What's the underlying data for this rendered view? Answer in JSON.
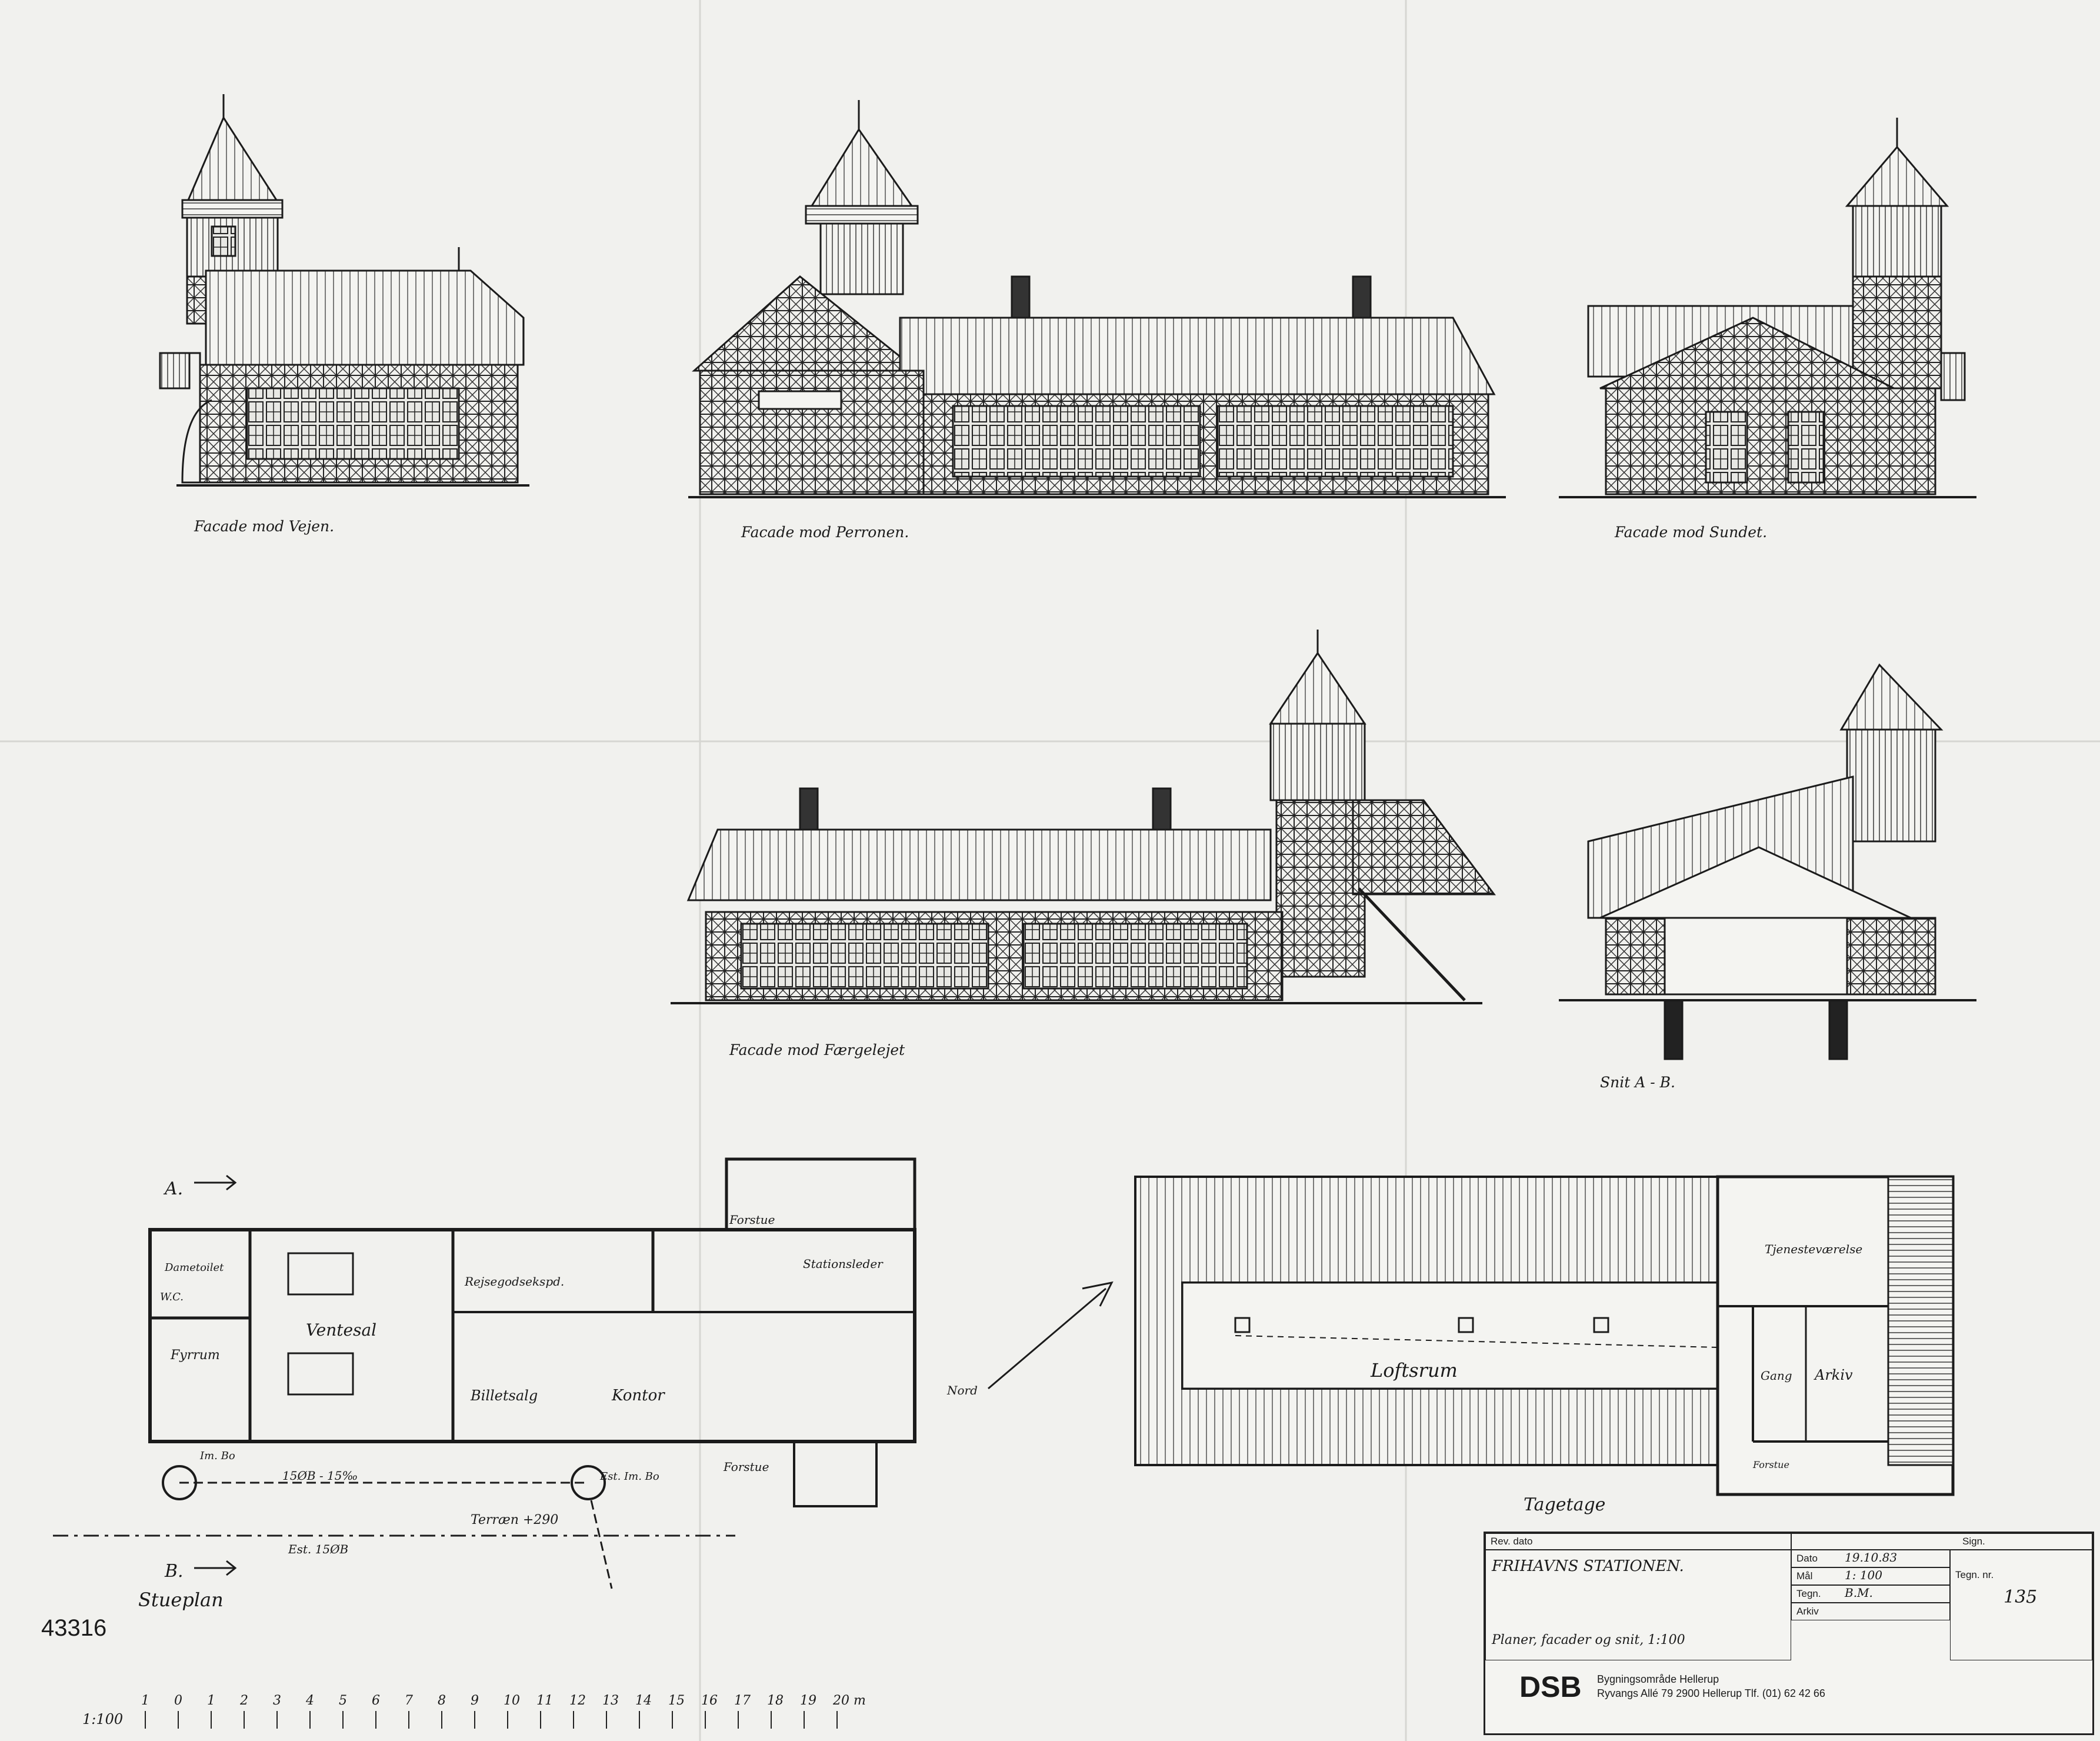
{
  "sheet_number": "43316",
  "drawing_labels": {
    "facade_road": "Facade mod Vejen.",
    "facade_platform": "Facade mod Perronen.",
    "facade_sound": "Facade mod Sundet.",
    "facade_ferry": "Facade mod Færgelejet",
    "section": "Snit A - B.",
    "ground_plan": "Stueplan",
    "roof_floor": "Tagetage",
    "north": "Nord"
  },
  "ground_plan_rooms": {
    "waiting_room": "Ventesal",
    "boiler_room": "Fyrrum",
    "ticket_sales": "Billetsalg",
    "office": "Kontor",
    "luggage": "Rejsegodsekspd.",
    "station_master": "Stationsleder",
    "entrance_1": "Forstue",
    "entrance_2": "Forstue",
    "wc": "W.C.",
    "women_toilet": "Dametoilet",
    "terrace": "Terræn +290",
    "section_a": "A.",
    "section_b": "B.",
    "pipe": "15ØB - 15‰",
    "existing": "Est. 15ØB",
    "drain_1": "Im. Bo",
    "drain_2": "Est. Im. Bo"
  },
  "roof_plan_rooms": {
    "attic": "Loftsrum",
    "staff_room": "Tjenesteværelse",
    "archive": "Arkiv",
    "corridor": "Gang",
    "entrance": "Forstue"
  },
  "title_block": {
    "rev_label": "Rev. dato",
    "sign_label": "Sign.",
    "project": "FRIHAVNS STATIONEN.",
    "date_label": "Dato",
    "date_value": "19.10.83",
    "scale_label": "Mål",
    "scale_value": "1: 100",
    "drawn_label": "Tegn.",
    "drawn_value": "B.M.",
    "archive_label": "Arkiv",
    "drawing_no_label": "Tegn. nr.",
    "drawing_no_value": "135",
    "description": "Planer, facader og snit, 1:100",
    "logo": "DSB",
    "office_line1": "Bygningsområde Hellerup",
    "office_line2": "Ryvangs Allé 79   2900 Hellerup   Tlf. (01) 62 42 66"
  },
  "scale_bar": {
    "label": "1:100",
    "ticks": [
      "1",
      "0",
      "1",
      "2",
      "3",
      "4",
      "5",
      "6",
      "7",
      "8",
      "9",
      "10",
      "11",
      "12",
      "13",
      "14",
      "15",
      "16",
      "17",
      "18",
      "19",
      "20 m"
    ]
  }
}
